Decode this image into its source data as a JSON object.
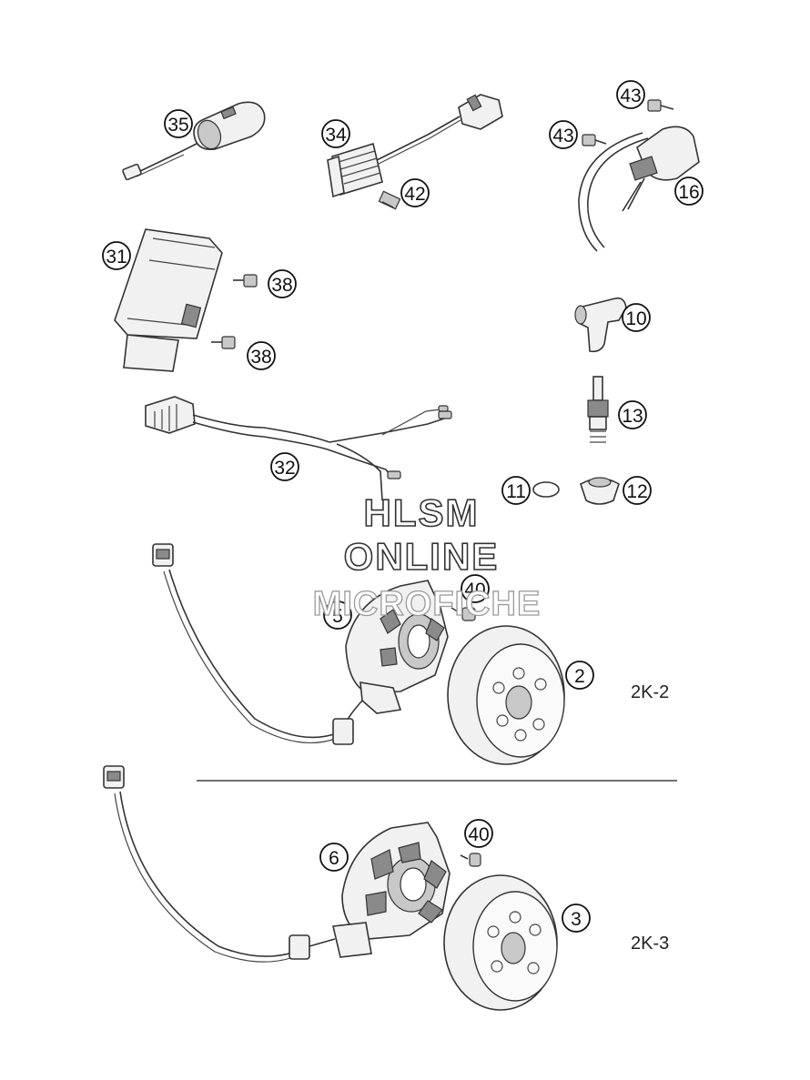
{
  "callouts": {
    "c35": "35",
    "c34": "34",
    "c42": "42",
    "c43a": "43",
    "c43b": "43",
    "c16": "16",
    "c31": "31",
    "c38a": "38",
    "c38b": "38",
    "c10": "10",
    "c13": "13",
    "c32": "32",
    "c11": "11",
    "c12": "12",
    "c5": "5",
    "c40a": "40",
    "c2": "2",
    "c6": "6",
    "c40b": "40",
    "c3": "3"
  },
  "variant_labels": {
    "top": "2K-2",
    "bottom": "2K-3"
  },
  "watermark": {
    "line1": "HLSM",
    "line2": "ONLINE",
    "line3": "MICROFICHE"
  }
}
